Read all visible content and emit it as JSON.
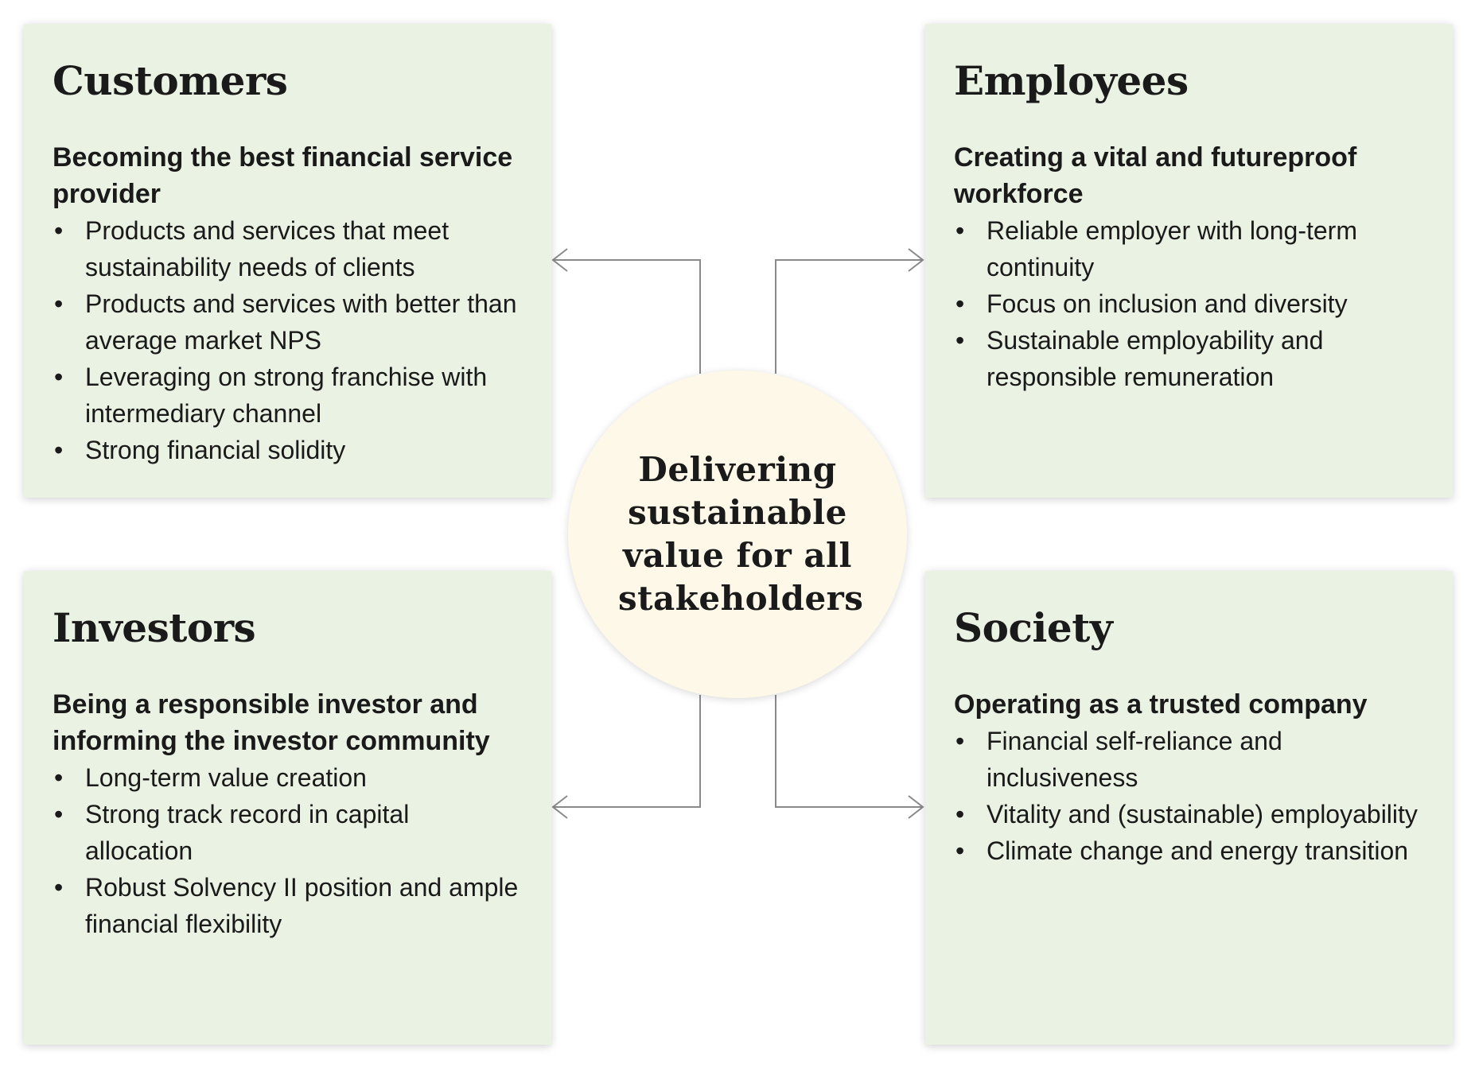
{
  "center": {
    "label": "Delivering sustainable value for all stakeholders"
  },
  "panels": {
    "customers": {
      "title": "Customers",
      "subtitle": "Becoming the best financial service provider",
      "bullets": [
        "Products and services that meet sustainability needs of clients",
        "Products and services with better than average market NPS",
        "Leveraging on strong franchise with intermediary channel",
        "Strong financial solidity"
      ]
    },
    "employees": {
      "title": "Employees",
      "subtitle": "Creating a vital and futureproof workforce",
      "bullets": [
        "Reliable employer with long-term continuity",
        "Focus on inclusion and diversity",
        "Sustainable employability and responsible remuneration"
      ]
    },
    "investors": {
      "title": "Investors",
      "subtitle": "Being a responsible investor and informing the investor community",
      "bullets": [
        "Long-term value creation",
        "Strong track record in capital allocation",
        "Robust Solvency II position and ample financial flexibility"
      ]
    },
    "society": {
      "title": "Society",
      "subtitle": "Operating as a trusted company",
      "bullets": [
        "Financial self-reliance and inclusiveness",
        "Vitality and (sustainable) employability",
        "Climate change and energy transition"
      ]
    }
  },
  "colors": {
    "panel_background": "#eaf2e3",
    "center_background": "#fdf8e8",
    "connector": "#8a8a8a"
  }
}
